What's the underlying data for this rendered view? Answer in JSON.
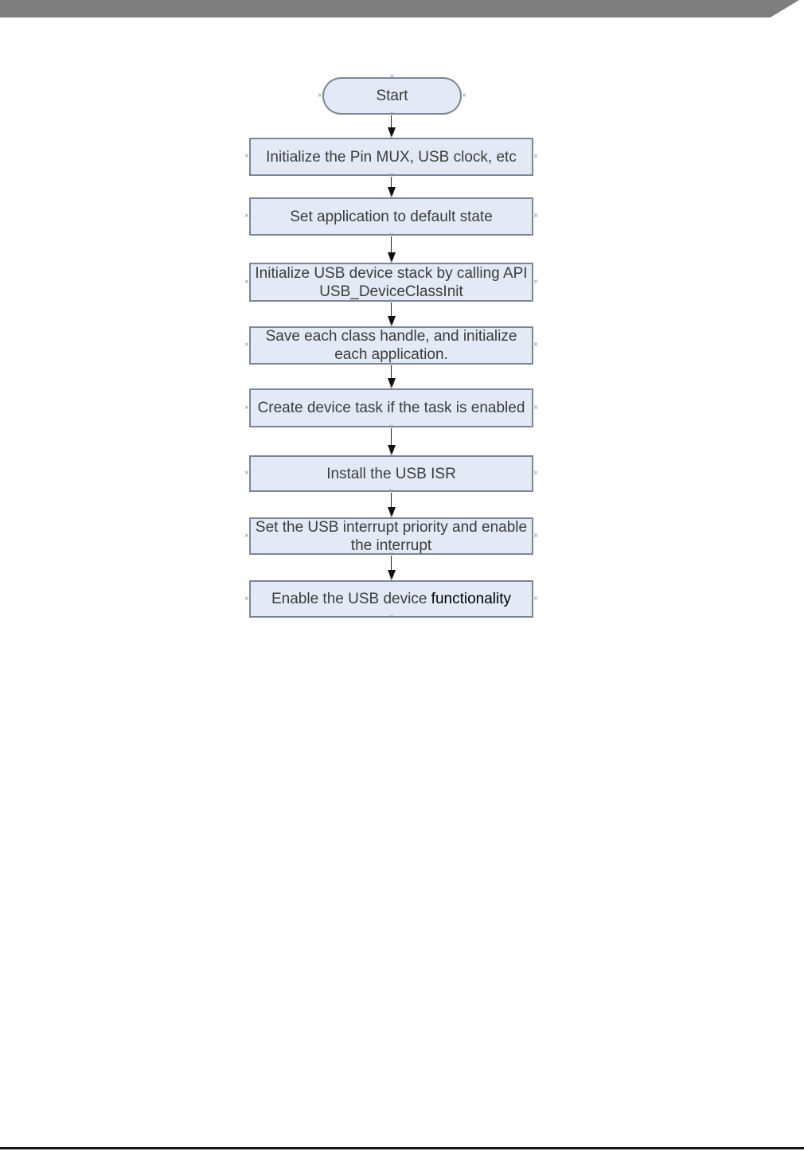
{
  "page": {
    "background_color": "#ffffff",
    "header_bar_color": "#7e7e7e",
    "footer_line_color": "#141414"
  },
  "flowchart": {
    "style": {
      "node_fill": "#e3eaf5",
      "node_border": "#7d8694",
      "text_color": "#3c3c3c",
      "emphasis_text_color": "#000000",
      "arrow_color": "#111111",
      "connector_mark_color": "#8d96a5"
    },
    "nodes": [
      {
        "type": "terminator",
        "label": "Start"
      },
      {
        "type": "process",
        "label": "Initialize the Pin MUX, USB clock, etc"
      },
      {
        "type": "process",
        "label": "Set application to default state"
      },
      {
        "type": "process",
        "label": "Initialize USB device stack by calling API USB_DeviceClassInit"
      },
      {
        "type": "process",
        "label": "Save each class handle, and initialize each application."
      },
      {
        "type": "process",
        "label": "Create device task if the task is enabled"
      },
      {
        "type": "process",
        "label": "Install the USB ISR"
      },
      {
        "type": "process",
        "label": "Set the USB interrupt priority and enable the interrupt"
      },
      {
        "type": "process",
        "label_prefix": "Enable the USB device ",
        "label_emphasis": "functionality"
      }
    ]
  }
}
